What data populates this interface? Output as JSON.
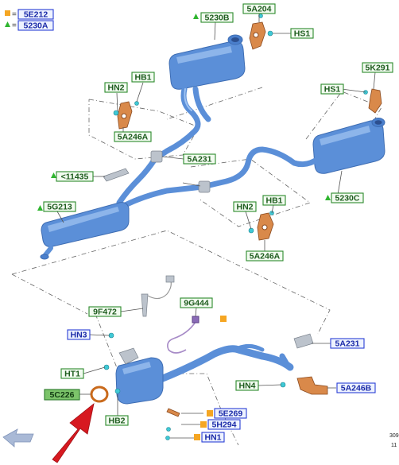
{
  "legend": {
    "square_label": "5E212",
    "triangle_label": "5230A",
    "square_color": "#f5a623",
    "triangle_color": "#2fb52f",
    "prefix": "="
  },
  "labels": {
    "l_5230B": "5230B",
    "l_5A204": "5A204",
    "l_HS1_top": "HS1",
    "l_HB1_left": "HB1",
    "l_HN2_left": "HN2",
    "l_5A246A_left": "5A246A",
    "l_5K291": "5K291",
    "l_HS1_right": "HS1",
    "l_11435": "<11435",
    "l_5A231_mid": "5A231",
    "l_5G213": "5G213",
    "l_5230C": "5230C",
    "l_HN2_right": "HN2",
    "l_HB1_right": "HB1",
    "l_5A246A_right": "5A246A",
    "l_9F472": "9F472",
    "l_9G444": "9G444",
    "l_HN3": "HN3",
    "l_5A231_low": "5A231",
    "l_HT1": "HT1",
    "l_5C226": "5C226",
    "l_HN4": "HN4",
    "l_5A246B": "5A246B",
    "l_HB2": "HB2",
    "l_5E269": "5E269",
    "l_5H294": "5H294",
    "l_HN1": "HN1"
  },
  "reference": {
    "line1": "309",
    "line2": "11"
  },
  "colors": {
    "pipe": "#5b8fd8",
    "bracket": "#d9894a",
    "clip": "#3fc9d6",
    "arrow": "#d71920",
    "nav_arrow": "#a9b9d6"
  },
  "icons": {
    "highlight_arrow": "red-pointer-arrow-icon",
    "nav_arrow": "back-arrow-icon"
  }
}
